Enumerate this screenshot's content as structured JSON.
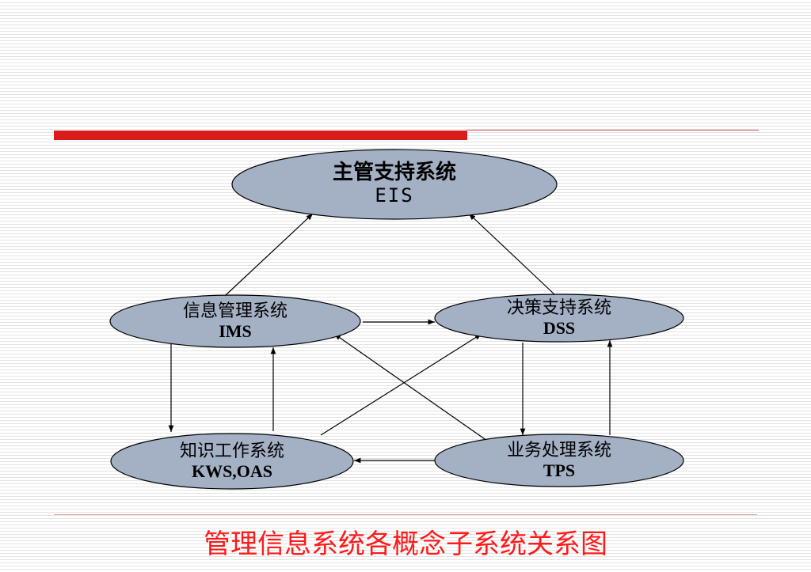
{
  "diagram": {
    "nodes": {
      "eis": {
        "name_cn": "主管支持系统",
        "abbr": "EIS"
      },
      "ims": {
        "name_cn": "信息管理系统",
        "abbr": "IMS"
      },
      "dss": {
        "name_cn": "决策支持系统",
        "abbr": "DSS"
      },
      "kws": {
        "name_cn": "知识工作系统",
        "abbr": "KWS,OAS"
      },
      "tps": {
        "name_cn": "业务处理系统",
        "abbr": "TPS"
      }
    },
    "edges": [
      {
        "from": "ims",
        "to": "eis"
      },
      {
        "from": "dss",
        "to": "eis"
      },
      {
        "from": "ims",
        "to": "dss"
      },
      {
        "from": "ims",
        "to": "kws"
      },
      {
        "from": "kws",
        "to": "ims"
      },
      {
        "from": "kws",
        "to": "dss"
      },
      {
        "from": "tps",
        "to": "ims"
      },
      {
        "from": "tps",
        "to": "kws"
      },
      {
        "from": "dss",
        "to": "tps"
      },
      {
        "from": "tps",
        "to": "dss"
      }
    ],
    "colors": {
      "node_fill": "#a4b0c4",
      "accent_red": "#d81c1c",
      "caption_red": "#ff1a1a"
    }
  },
  "caption": "管理信息系统各概念子系统关系图"
}
